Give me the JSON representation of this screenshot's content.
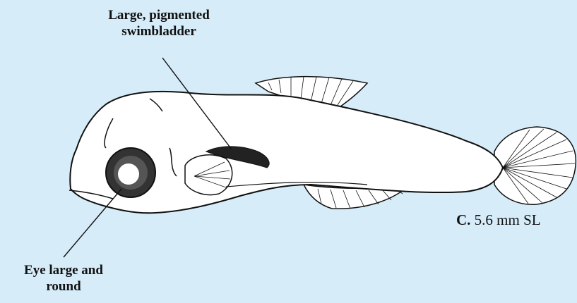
{
  "labels": {
    "swimbladder_line1": "Large, pigmented",
    "swimbladder_line2": "swimbladder",
    "eye_line1": "Eye large and",
    "eye_line2": "round"
  },
  "caption": {
    "letter": "C.",
    "size": "5.6 mm SL"
  },
  "colors": {
    "background": "#d6ecf8",
    "body_fill": "#ffffff",
    "ink": "#111111"
  }
}
